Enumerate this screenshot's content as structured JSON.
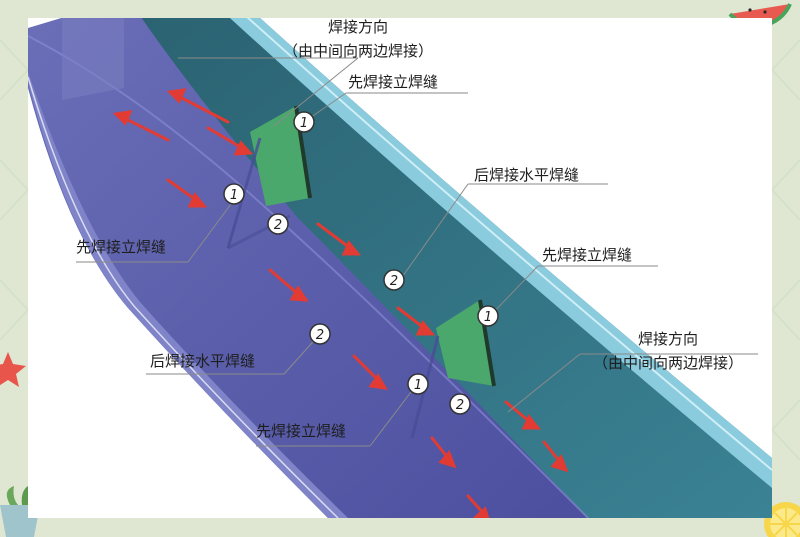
{
  "colors": {
    "page_bg": "#dfe7d3",
    "card_bg": "#ffffff",
    "outer_web": "#2f6f7f",
    "inner_web": "#5a5fae",
    "flange": "#7cc0d4",
    "stiffener": "#48a86a",
    "arrow": "#e23b33",
    "leader": "#8a8a8a"
  },
  "icons": {
    "watermelon": "watermelon-slice-icon",
    "starfish": "starfish-icon",
    "plant": "potted-plant-icon",
    "lemon": "lemon-slice-icon"
  },
  "labels": {
    "weld_direction_top": "焊接方向",
    "weld_direction_top_note": "（由中间向两边焊接）",
    "first_vertical_top": "先焊接立焊缝",
    "later_horizontal_right": "后焊接水平焊缝",
    "first_vertical_left": "先焊接立焊缝",
    "first_vertical_right": "先焊接立焊缝",
    "weld_direction_right": "焊接方向",
    "weld_direction_right_note": "（由中间向两边焊接）",
    "later_horizontal_left": "后焊接水平焊缝",
    "first_vertical_bottom": "先焊接立焊缝"
  },
  "markers": {
    "one": "1",
    "two": "2"
  }
}
